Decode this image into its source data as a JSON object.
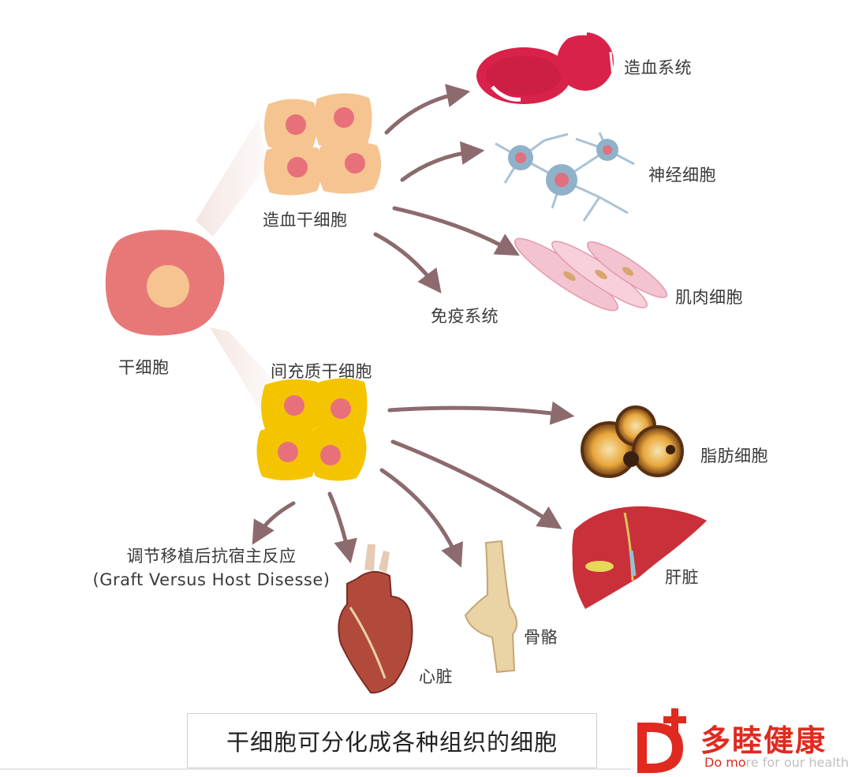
{
  "nodes": {
    "stem_cell": "干细胞",
    "hematopoietic": "造血干细胞",
    "mesenchymal": "间充质干细胞",
    "blood_system": "造血系统",
    "nerve_cell": "神经细胞",
    "muscle_cell": "肌肉细胞",
    "immune_system": "免疫系统",
    "fat_cell": "脂肪细胞",
    "liver": "肝脏",
    "bone": "骨骼",
    "heart": "心脏",
    "gvhd_cn": "调节移植后抗宿主反应",
    "gvhd_en": "(Graft Versus Host Disesse)"
  },
  "caption": "干细胞可分化成各种组织的细胞",
  "brand": {
    "logo_letter": "D",
    "name": "多睦健康",
    "tagline_a": "Do mo",
    "tagline_b": "re for our health"
  },
  "colors": {
    "arrow": "#8c6a6e",
    "stem_cell": "#e87878",
    "hematopoietic_cell": "#f5c491",
    "mesenchymal_cell": "#f5c400",
    "nucleus": "#e8707a",
    "brand_red": "#e02a20"
  }
}
